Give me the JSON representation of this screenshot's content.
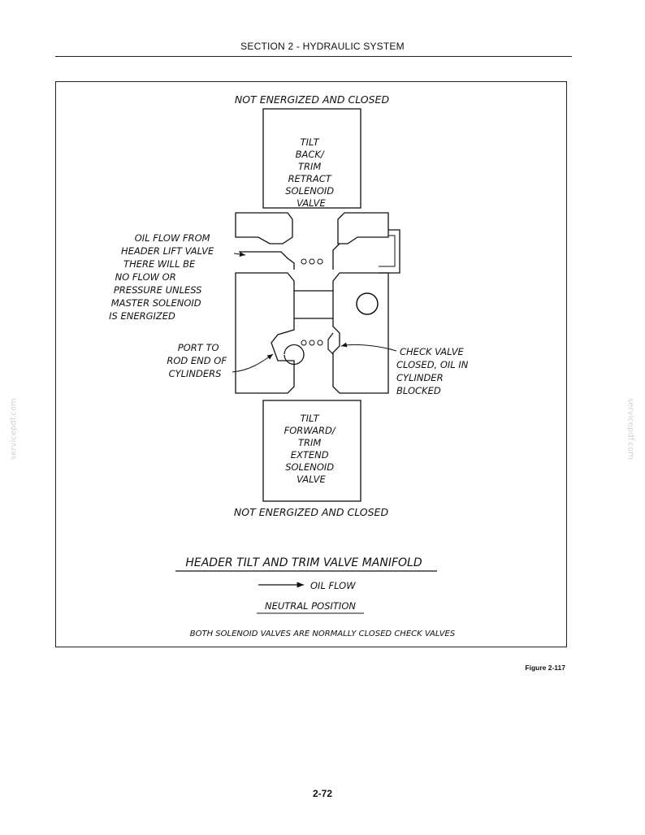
{
  "header": {
    "title": "SECTION 2 - HYDRAULIC SYSTEM"
  },
  "diagram": {
    "top_status": "NOT ENERGIZED AND CLOSED",
    "bottom_status": "NOT ENERGIZED AND CLOSED",
    "upper_valve_lines": [
      "TILT",
      "BACK/",
      "TRIM",
      "RETRACT",
      "SOLENOID",
      "VALVE"
    ],
    "lower_valve_lines": [
      "TILT",
      "FORWARD/",
      "TRIM",
      "EXTEND",
      "SOLENOID",
      "VALVE"
    ],
    "oil_flow_lines": [
      "OIL FLOW FROM",
      "HEADER LIFT VALVE",
      "THERE WILL BE",
      "NO FLOW OR",
      "PRESSURE UNLESS",
      "MASTER SOLENOID",
      "IS ENERGIZED"
    ],
    "port_lines": [
      "PORT TO",
      "ROD END OF",
      "CYLINDERS"
    ],
    "check_valve_lines": [
      "CHECK VALVE",
      "CLOSED, OIL IN",
      "CYLINDER",
      "BLOCKED"
    ],
    "title": "HEADER TILT AND TRIM VALVE MANIFOLD",
    "legend_label": "OIL FLOW",
    "position_label": "NEUTRAL POSITION",
    "footnote": "BOTH SOLENOID VALVES ARE NORMALLY CLOSED CHECK VALVES"
  },
  "figure_caption": "Figure 2-117",
  "page_number": "2-72",
  "watermark": "servicepdf.com"
}
